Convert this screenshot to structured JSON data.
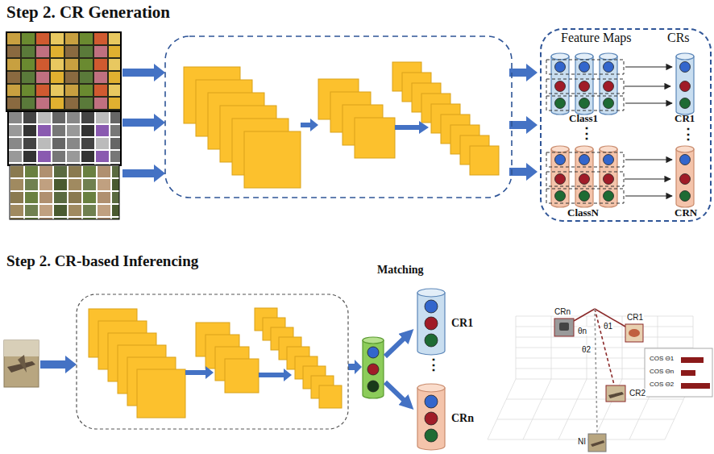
{
  "diagram": {
    "title": "Step 2. CR Generation",
    "nodes": [
      {
        "text": [
          "Feature Maps",
          "CRs"
        ]
      },
      {
        "text": [
          "Class1"
        ],
        "in": 0
      },
      {
        "text": [
          "CR1"
        ],
        "in": 0
      },
      {
        "text": [
          "ClassN"
        ],
        "in": 0
      },
      {
        "text": [
          "CRN"
        ],
        "in": 0
      },
      {
        "text": [
          "CR1"
        ]
      },
      {
        "text": [
          "CRn"
        ]
      }
    ],
    "edges": [
      {
        "from": 1,
        "to": 2,
        "arrow": "to"
      },
      {
        "from": 3,
        "to": 4,
        "arrow": "to"
      }
    ],
    "labels": [
      "⋮",
      "⋮",
      "Step 2. CR-based Inferencing",
      "Matching",
      "⋮",
      "CRn",
      "CR1",
      "θn",
      "θ1",
      "θ2",
      "CR2",
      "NI",
      "COS Θ1",
      "COS Θn",
      "COS Θ2"
    ]
  }
}
